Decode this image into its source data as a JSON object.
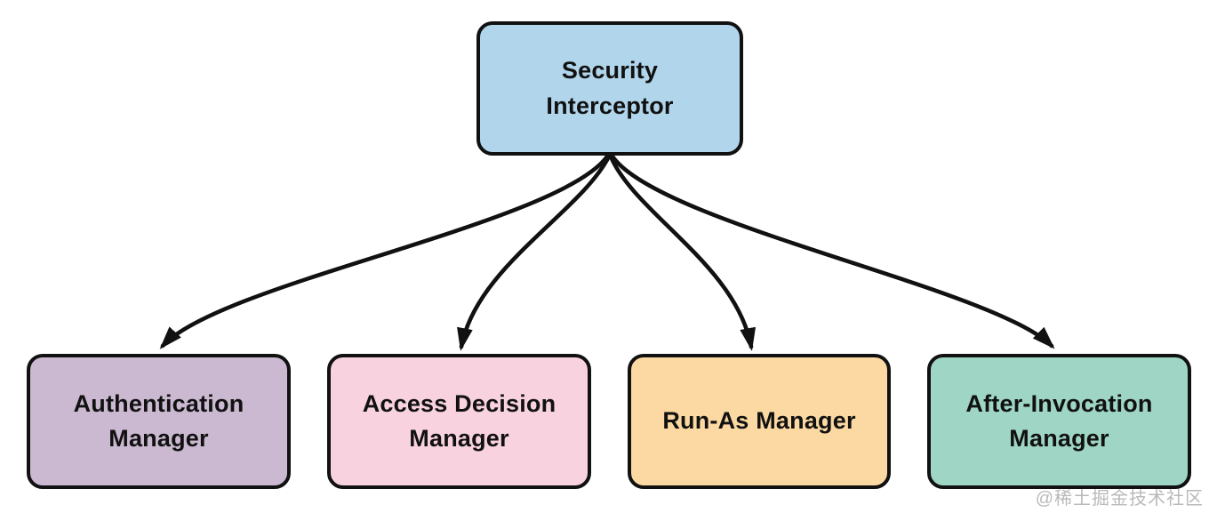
{
  "diagram": {
    "title": "Security Interceptor fan-out diagram",
    "background": "#ffffff",
    "edge_color": "#111111",
    "border_color": "#111111",
    "text_color": "#111111",
    "nodes": [
      {
        "id": "security-interceptor",
        "label": "Security\nInterceptor",
        "fill": "#b1d5eb"
      },
      {
        "id": "authentication-manager",
        "label": "Authentication\nManager",
        "fill": "#cbb9d1"
      },
      {
        "id": "access-decision-manager",
        "label": "Access Decision\nManager",
        "fill": "#f8d2de"
      },
      {
        "id": "run-as-manager",
        "label": "Run-As Manager",
        "fill": "#fcd9a2"
      },
      {
        "id": "after-invocation-manager",
        "label": "After-Invocation\nManager",
        "fill": "#9ed5c4"
      }
    ],
    "edges": [
      {
        "from": "security-interceptor",
        "to": "authentication-manager"
      },
      {
        "from": "security-interceptor",
        "to": "access-decision-manager"
      },
      {
        "from": "security-interceptor",
        "to": "run-as-manager"
      },
      {
        "from": "security-interceptor",
        "to": "after-invocation-manager"
      }
    ],
    "watermark": "@稀土掘金技术社区"
  }
}
